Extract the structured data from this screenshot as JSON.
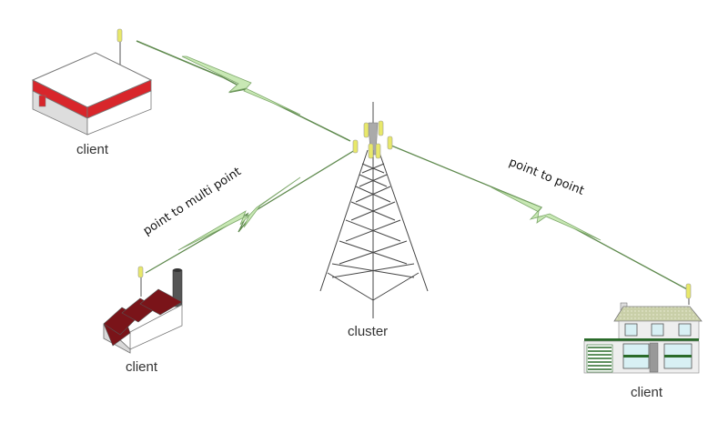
{
  "diagram": {
    "nodes": [
      {
        "id": "client-store",
        "label": "client",
        "type": "store"
      },
      {
        "id": "client-factory",
        "label": "client",
        "type": "factory"
      },
      {
        "id": "cluster",
        "label": "cluster",
        "type": "tower"
      },
      {
        "id": "client-house",
        "label": "client",
        "type": "house"
      }
    ],
    "links": [
      {
        "from": "cluster",
        "to": "client-store",
        "label": ""
      },
      {
        "from": "cluster",
        "to": "client-factory",
        "label": "point to multi point"
      },
      {
        "from": "cluster",
        "to": "client-house",
        "label": "point to point"
      }
    ],
    "colors": {
      "link": "#7ea86b",
      "link_fill": "#c8e8b4",
      "antenna": "#e8e86a",
      "store_stripe": "#d8262b",
      "factory_roof": "#7a1419",
      "house_trim": "#2a6b2a",
      "house_roof": "#c9cfa8"
    }
  }
}
